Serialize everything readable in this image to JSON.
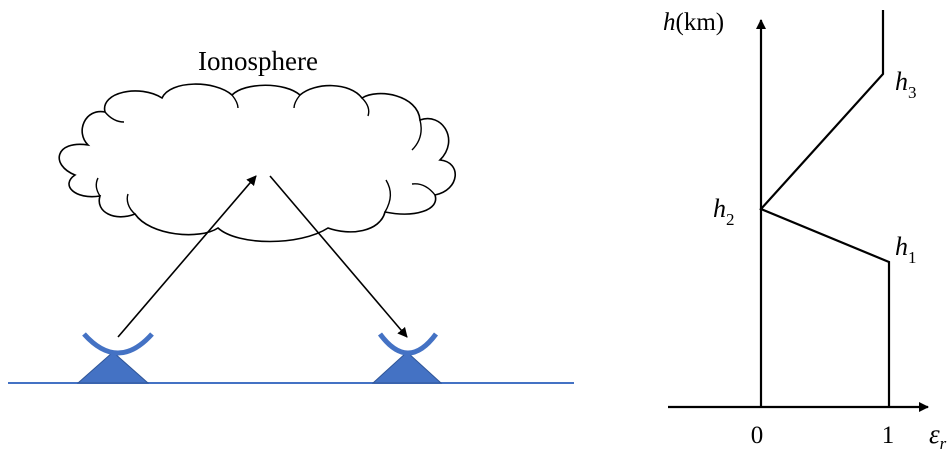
{
  "left_panel": {
    "title": "Ionosphere",
    "antenna_color": "#4472c4",
    "ground_color": "#4472c4"
  },
  "right_panel": {
    "y_axis": {
      "symbol": "h",
      "unit": "(km)"
    },
    "x_axis": {
      "symbol": "ε",
      "subscript": "r",
      "ticks": [
        "0",
        "1"
      ]
    },
    "points": [
      {
        "symbol": "h",
        "index": "1"
      },
      {
        "symbol": "h",
        "index": "2"
      },
      {
        "symbol": "h",
        "index": "3"
      }
    ],
    "profile": [
      {
        "epsilon_r": 1,
        "h": "0"
      },
      {
        "epsilon_r": 1,
        "h": "h1"
      },
      {
        "epsilon_r": 0,
        "h": "h2"
      },
      {
        "epsilon_r": 1,
        "h": "h3"
      },
      {
        "epsilon_r": 1,
        "h": "top"
      }
    ]
  }
}
